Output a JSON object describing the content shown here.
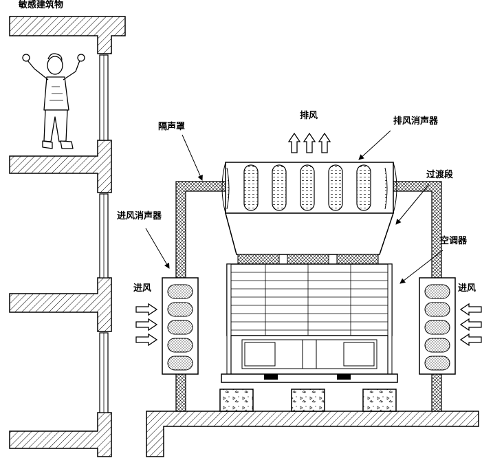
{
  "labels": {
    "sensitive_building": "敏感建筑物",
    "sound_enclosure": "隔声罩",
    "exhaust": "排风",
    "exhaust_silencer": "排风消声器",
    "transition": "过渡段",
    "intake_silencer": "进风消声器",
    "air_handler": "空调器",
    "intake_left": "进风",
    "intake_right": "进风"
  },
  "colors": {
    "line": "#000000",
    "background": "#ffffff",
    "fill": "#f2f2f2"
  }
}
